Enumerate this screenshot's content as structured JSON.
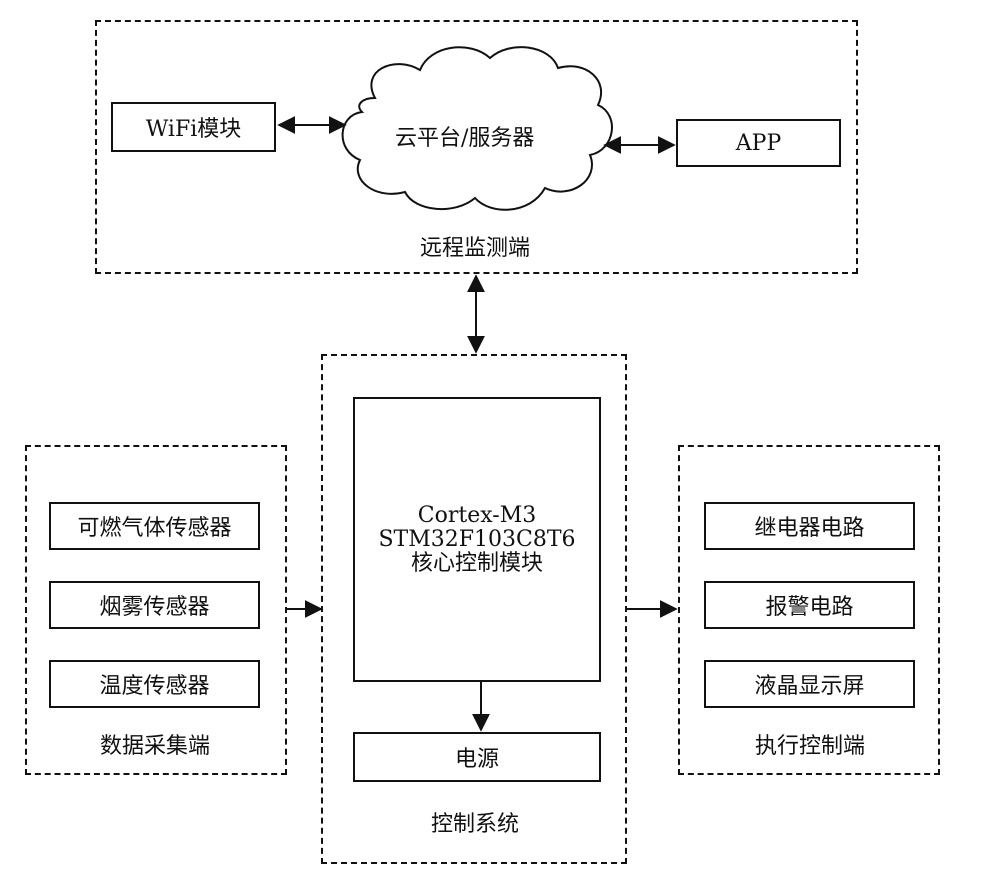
{
  "remote": {
    "group_label": "远程监测端",
    "wifi_module": "WiFi模块",
    "cloud": "云平台/服务器",
    "app": "APP"
  },
  "acquisition": {
    "group_label": "数据采集端",
    "sensors": [
      "可燃气体传感器",
      "烟雾传感器",
      "温度传感器"
    ]
  },
  "control": {
    "group_label": "控制系统",
    "core_lines": [
      "Cortex-M3",
      "STM32F103C8T6",
      "核心控制模块"
    ],
    "power": "电源"
  },
  "execution": {
    "group_label": "执行控制端",
    "outputs": [
      "继电器电路",
      "报警电路",
      "液晶显示屏"
    ]
  }
}
